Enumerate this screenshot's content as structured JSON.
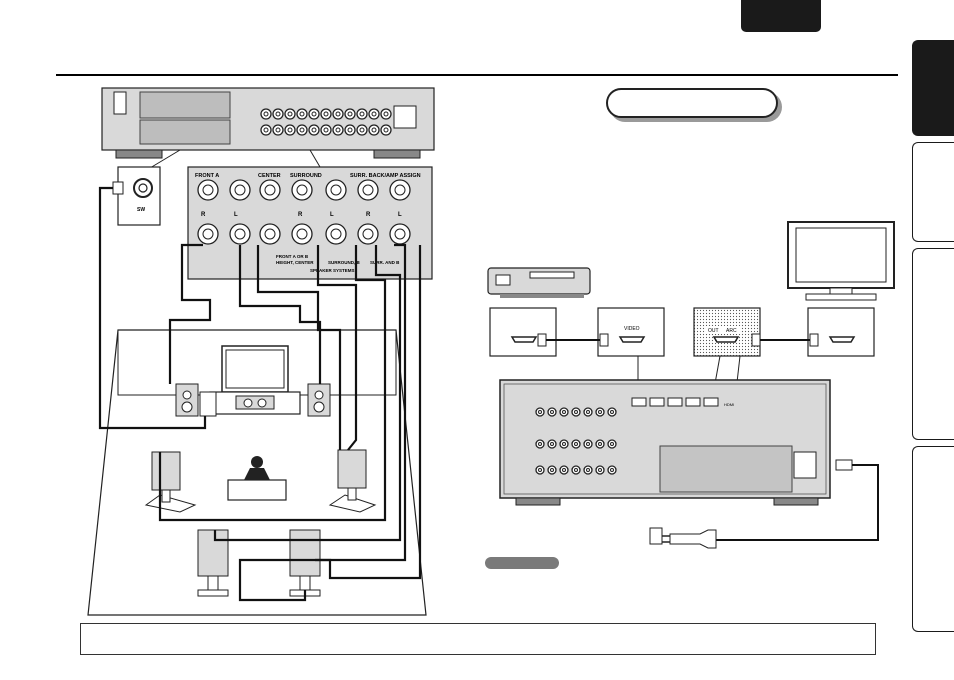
{
  "page": {
    "lang_tab": "",
    "section_title": "",
    "note_label": "",
    "footer_text": ""
  },
  "left_diagram": {
    "panel_labels": {
      "front_a": "FRONT A",
      "center": "CENTER",
      "surround": "SURROUND",
      "surr_back": "SURR. BACK/AMP ASSIGN",
      "sw": "SW",
      "r1": "R",
      "l1": "L",
      "r2": "R",
      "l2": "L",
      "r3": "R",
      "l3": "L",
      "front_b": "FRONT A OR B",
      "front_b2": "HEIGHT, CENTER",
      "surround_b": "SURROUND, B",
      "surr_b": "SURR. AND B",
      "speaker_sys": "SPEAKER SYSTEMS"
    }
  },
  "right_diagram": {
    "hdmi_labels": {
      "video": "VIDEO",
      "out": "OUT",
      "arc": "ARC",
      "hdmi": "HDMI"
    }
  },
  "colors": {
    "ink": "#1a1a1a",
    "panel_gray": "#d9d9d9",
    "cable": "#111111",
    "shadow_gray": "#9a9a9a"
  }
}
